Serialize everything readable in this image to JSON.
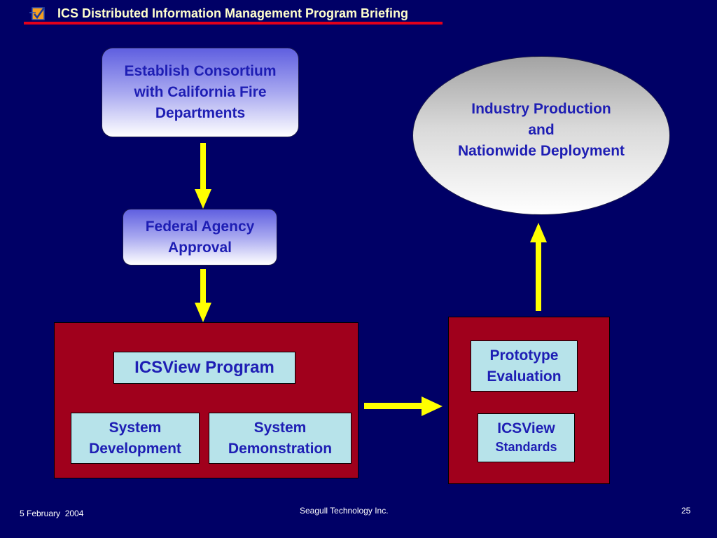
{
  "header": {
    "title": "ICS Distributed Information Management Program Briefing",
    "logo_icon": "checkbox-logo-icon",
    "rule_color": "#e3001b"
  },
  "diagram": {
    "consortium": [
      "Establish Consortium",
      "with California Fire",
      "Departments"
    ],
    "federal": [
      "Federal Agency",
      "Approval"
    ],
    "industry": [
      "Industry Production",
      "and",
      "Nationwide Deployment"
    ],
    "program_panel": {
      "title": "ICSView Program",
      "items": [
        [
          "System",
          "Development"
        ],
        [
          "System",
          "Demonstration"
        ]
      ]
    },
    "evaluation_panel": {
      "prototype": [
        "Prototype",
        "Evaluation"
      ],
      "standards": [
        "ICSView",
        "Standards"
      ]
    },
    "colors": {
      "background": "#000066",
      "arrow": "#ffff00",
      "panel": "#a0001c",
      "box_text": "#1e1eb4",
      "inner_box": "#b7e3ea"
    }
  },
  "footer": {
    "date": "5 February  2004",
    "company": "Seagull Technology Inc.",
    "page": "25"
  }
}
